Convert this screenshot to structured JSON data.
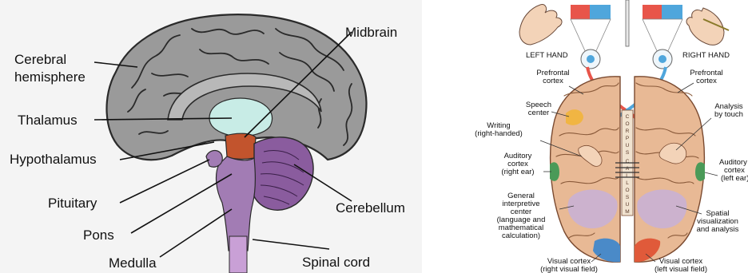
{
  "left_diagram": {
    "labels": {
      "cerebral": "Cerebral",
      "hemisphere": "hemisphere",
      "thalamus": "Thalamus",
      "hypothalamus": "Hypothalamus",
      "pituitary": "Pituitary",
      "pons": "Pons",
      "medulla": "Medulla",
      "midbrain": "Midbrain",
      "cerebellum": "Cerebellum",
      "spinal_cord": "Spinal cord"
    },
    "colors": {
      "cortex": "#9a9a9a",
      "thalamus": "#c8ece6",
      "midbrain": "#c2542d",
      "brainstem": "#a27cb4",
      "cerebellum": "#8a5c9e"
    }
  },
  "right_diagram": {
    "labels": {
      "left_hand": "LEFT HAND",
      "right_hand": "RIGHT HAND",
      "prefrontal_left_1": "Prefrontal",
      "prefrontal_left_2": "cortex",
      "prefrontal_right_1": "Prefrontal",
      "prefrontal_right_2": "cortex",
      "speech_1": "Speech",
      "speech_2": "center",
      "writing_1": "Writing",
      "writing_2": "(right-handed)",
      "auditory_left_1": "Auditory",
      "auditory_left_2": "cortex",
      "auditory_left_3": "(right ear)",
      "general_1": "General",
      "general_2": "interpretive",
      "general_3": "center",
      "general_4": "(language and",
      "general_5": "mathematical",
      "general_6": "calculation)",
      "visual_left_1": "Visual cortex",
      "visual_left_2": "(right visual field)",
      "analysis_1": "Analysis",
      "analysis_2": "by touch",
      "auditory_right_1": "Auditory",
      "auditory_right_2": "cortex",
      "auditory_right_3": "(left ear)",
      "spatial_1": "Spatial",
      "spatial_2": "visualization",
      "spatial_3": "and analysis",
      "visual_right_1": "Visual cortex",
      "visual_right_2": "(left visual field)",
      "corpus_letters": [
        "C",
        "O",
        "R",
        "P",
        "U",
        "S",
        "C",
        "A",
        "L",
        "L",
        "O",
        "S",
        "U",
        "M"
      ]
    },
    "colors": {
      "hemisphere": "#e8b995",
      "visual_block_red": "#e8554a",
      "visual_block_blue": "#4fa6dc",
      "speech": "#f2b53a",
      "auditory": "#4a9a58",
      "visual_left": "#4a8ac8",
      "visual_right": "#e05a3a",
      "general": "#c7b0d8"
    }
  }
}
